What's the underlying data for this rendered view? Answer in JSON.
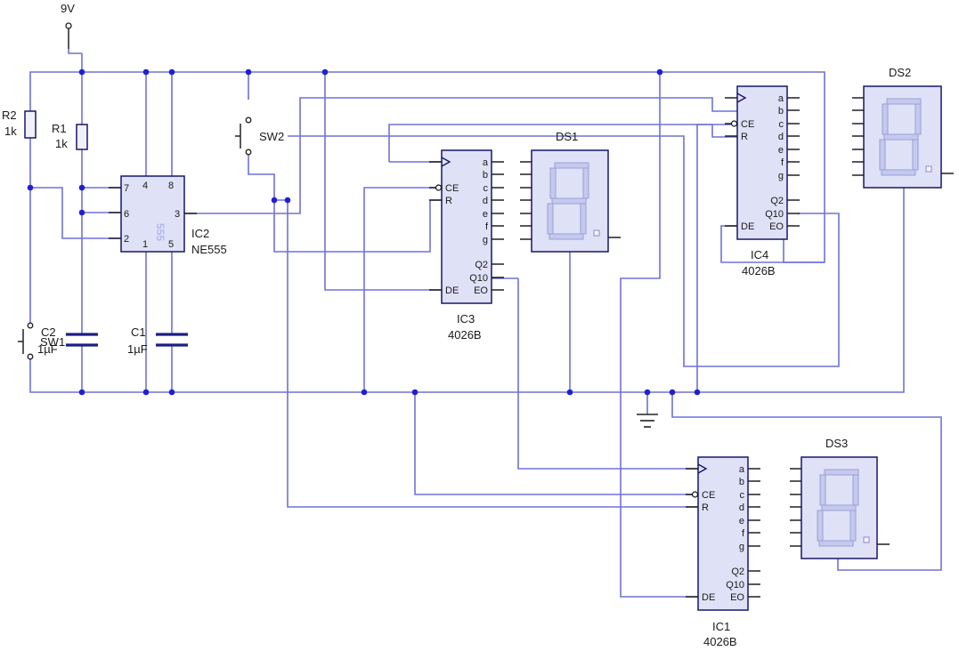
{
  "supply": {
    "label": "9V"
  },
  "resistors": [
    {
      "ref": "R2",
      "value": "1k"
    },
    {
      "ref": "R1",
      "value": "1k"
    }
  ],
  "capacitors": [
    {
      "ref": "C2",
      "value": "1µF"
    },
    {
      "ref": "C1",
      "value": "1µF"
    }
  ],
  "switches": [
    {
      "ref": "SW1"
    },
    {
      "ref": "SW2"
    }
  ],
  "timer": {
    "ref": "IC2",
    "part": "NE555",
    "body_text": "555",
    "pins": [
      "4",
      "8",
      "7",
      "6",
      "2",
      "3",
      "1",
      "5"
    ]
  },
  "counters": [
    {
      "ref": "IC3",
      "part": "4026B"
    },
    {
      "ref": "IC4",
      "part": "4026B"
    },
    {
      "ref": "IC1",
      "part": "4026B"
    }
  ],
  "counter_pins": {
    "inputs": [
      "CE",
      "R",
      "DE"
    ],
    "segments": [
      "a",
      "b",
      "c",
      "d",
      "e",
      "f",
      "g"
    ],
    "outputs": [
      "Q2",
      "Q10",
      "EO"
    ]
  },
  "displays": [
    {
      "ref": "DS1"
    },
    {
      "ref": "DS2"
    },
    {
      "ref": "DS3"
    }
  ],
  "colors": {
    "wire": "#6e72d6",
    "junction": "#2020d0",
    "ic_fill": "#dfe1f6",
    "ic_border": "#17176a",
    "segment": "#c5c9ee"
  }
}
